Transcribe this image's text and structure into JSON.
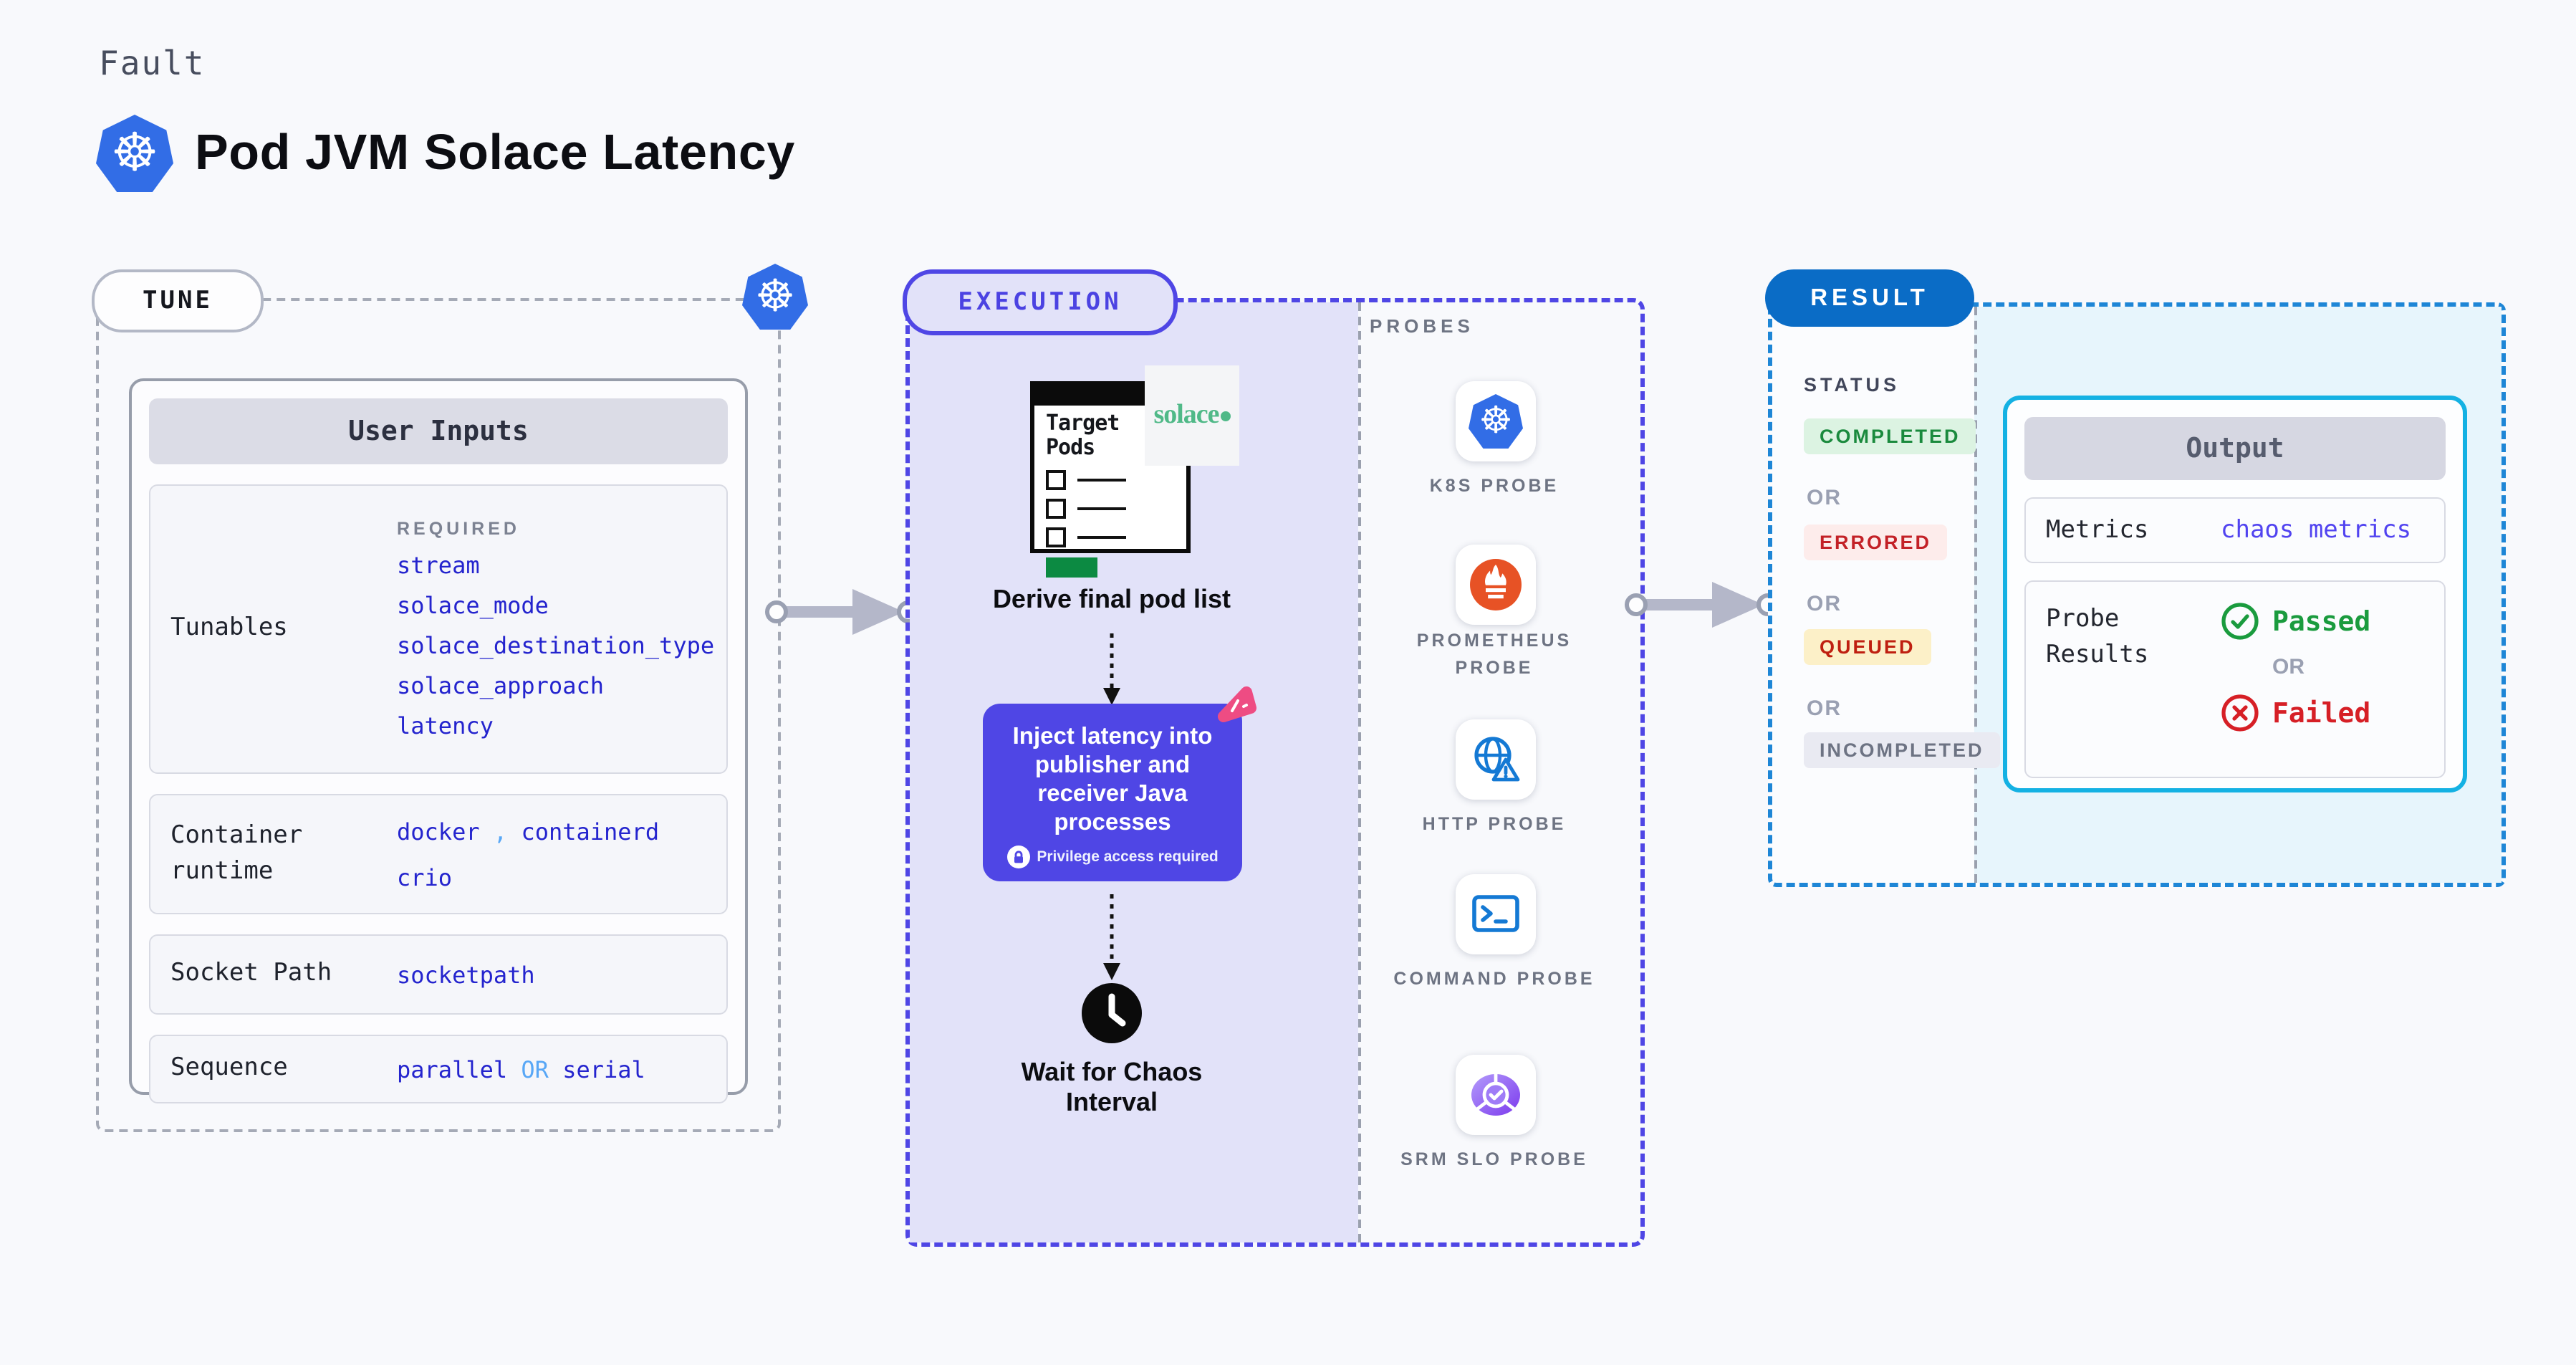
{
  "header": {
    "category": "Fault",
    "title": "Pod JVM Solace Latency"
  },
  "tune": {
    "pill": "TUNE",
    "card_title": "User Inputs",
    "required_label": "REQUIRED",
    "tunables_label": "Tunables",
    "tunables": [
      "stream",
      "solace_mode",
      "solace_destination_type",
      "solace_approach",
      "latency"
    ],
    "container_runtime_label": "Container runtime",
    "container_runtimes": [
      "docker",
      "containerd",
      "crio"
    ],
    "comma": ",",
    "socket_path_label": "Socket Path",
    "socket_path_value": "socketpath",
    "sequence_label": "Sequence",
    "sequence_values": [
      "parallel",
      "serial"
    ],
    "or": "OR"
  },
  "execution": {
    "pill": "EXECUTION",
    "window_title": "Target Pods",
    "solace_logo": "solace",
    "step_derive": "Derive final pod list",
    "step_inject": "Inject latency into publisher and receiver Java processes",
    "inject_note": "Privilege access required",
    "step_wait": "Wait for Chaos Interval"
  },
  "probes": {
    "title": "PROBES",
    "items": [
      {
        "label": "K8S PROBE",
        "icon": "kubernetes-icon"
      },
      {
        "label": "PROMETHEUS PROBE",
        "icon": "prometheus-icon"
      },
      {
        "label": "HTTP PROBE",
        "icon": "http-globe-icon"
      },
      {
        "label": "COMMAND PROBE",
        "icon": "terminal-icon"
      },
      {
        "label": "SRM SLO PROBE",
        "icon": "slo-chart-icon"
      }
    ]
  },
  "result": {
    "pill": "RESULT",
    "status_label": "STATUS",
    "or": "OR",
    "statuses": [
      {
        "text": "COMPLETED",
        "fg": "#1a8a3d",
        "bg": "#dcf3e2"
      },
      {
        "text": "ERRORED",
        "fg": "#c32127",
        "bg": "#fdeceb"
      },
      {
        "text": "QUEUED",
        "fg": "#bf1f10",
        "bg": "#fcf0c8"
      },
      {
        "text": "INCOMPLETED",
        "fg": "#6d7383",
        "bg": "#e9eaf2"
      }
    ],
    "output": {
      "title": "Output",
      "metrics_label": "Metrics",
      "metrics_value": "chaos metrics",
      "probe_results_label": "Probe Results",
      "passed": "Passed",
      "failed": "Failed",
      "or": "OR"
    }
  },
  "colors": {
    "accent_indigo": "#4f46e5",
    "result_blue": "#0a6cc6",
    "output_cyan": "#14b1e3",
    "k8s_blue": "#326de6",
    "prometheus_orange": "#e75225",
    "solace_green": "#50b988",
    "passed_green": "#1a9b3e",
    "failed_red": "#d61f26",
    "value_blue": "#2424ce",
    "separator_blue": "#58a7f6",
    "pink_badge": "#ee4c83"
  }
}
